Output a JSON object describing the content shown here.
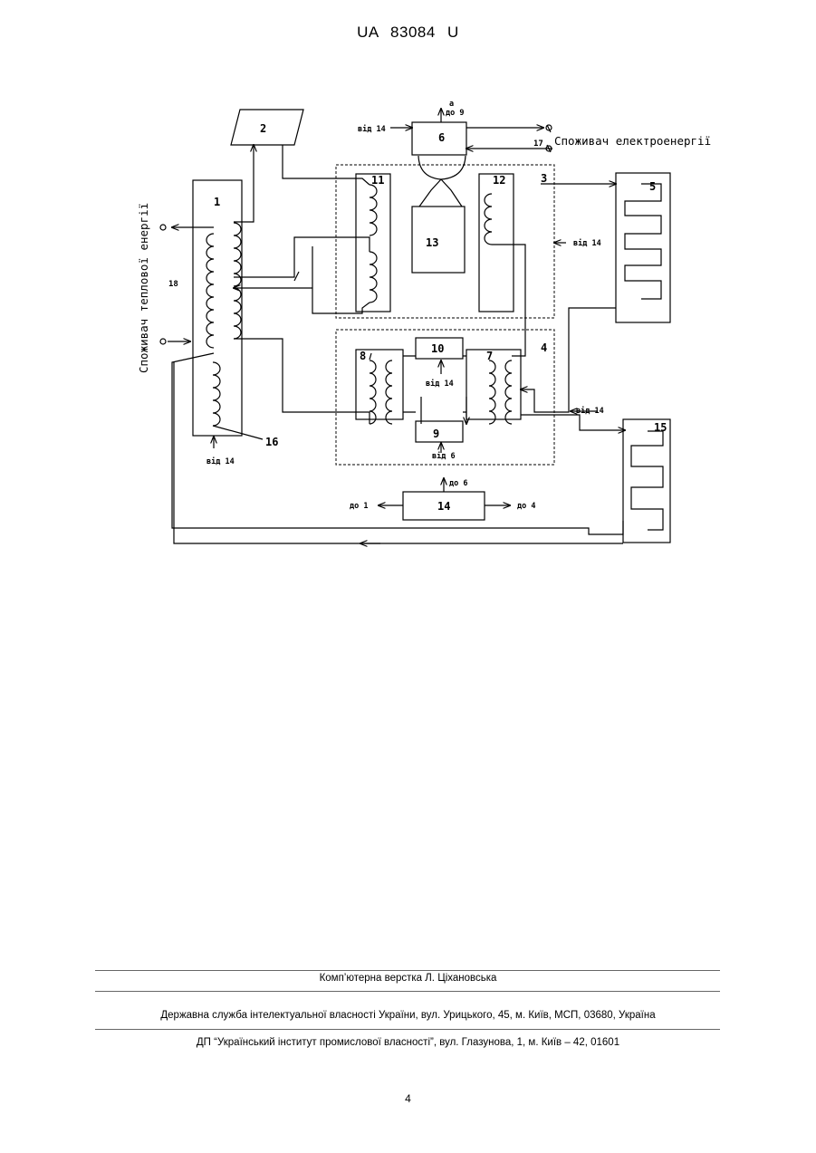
{
  "header": {
    "patent_number": "UA   83084   U"
  },
  "diagram": {
    "numbers": {
      "n1": "1",
      "n2": "2",
      "n3": "3",
      "n4": "4",
      "n5": "5",
      "n6": "6",
      "n7": "7",
      "n8": "8",
      "n9": "9",
      "n10": "10",
      "n11": "11",
      "n12": "12",
      "n13": "13",
      "n14": "14",
      "n15": "15",
      "n16": "16",
      "n17": "17",
      "n18": "18"
    },
    "labels": {
      "vid14": "від 14",
      "vid6": "від 6",
      "do9": "до 9",
      "do6": "до 6",
      "do1": "до 1",
      "do4": "до 4",
      "electric_consumer": "Споживач електроенергії",
      "thermal_consumer": "Споживач теплової енергії",
      "a_mark": "а"
    }
  },
  "footer": {
    "layout_credit": "Комп’ютерна верстка Л. Ціхановська",
    "agency": "Державна служба інтелектуальної власності України, вул. Урицького, 45, м. Київ, МСП, 03680, Україна",
    "publisher": "ДП “Український інститут промислової власності”, вул. Глазунова, 1, м. Київ – 42, 01601"
  },
  "page_number": "4"
}
